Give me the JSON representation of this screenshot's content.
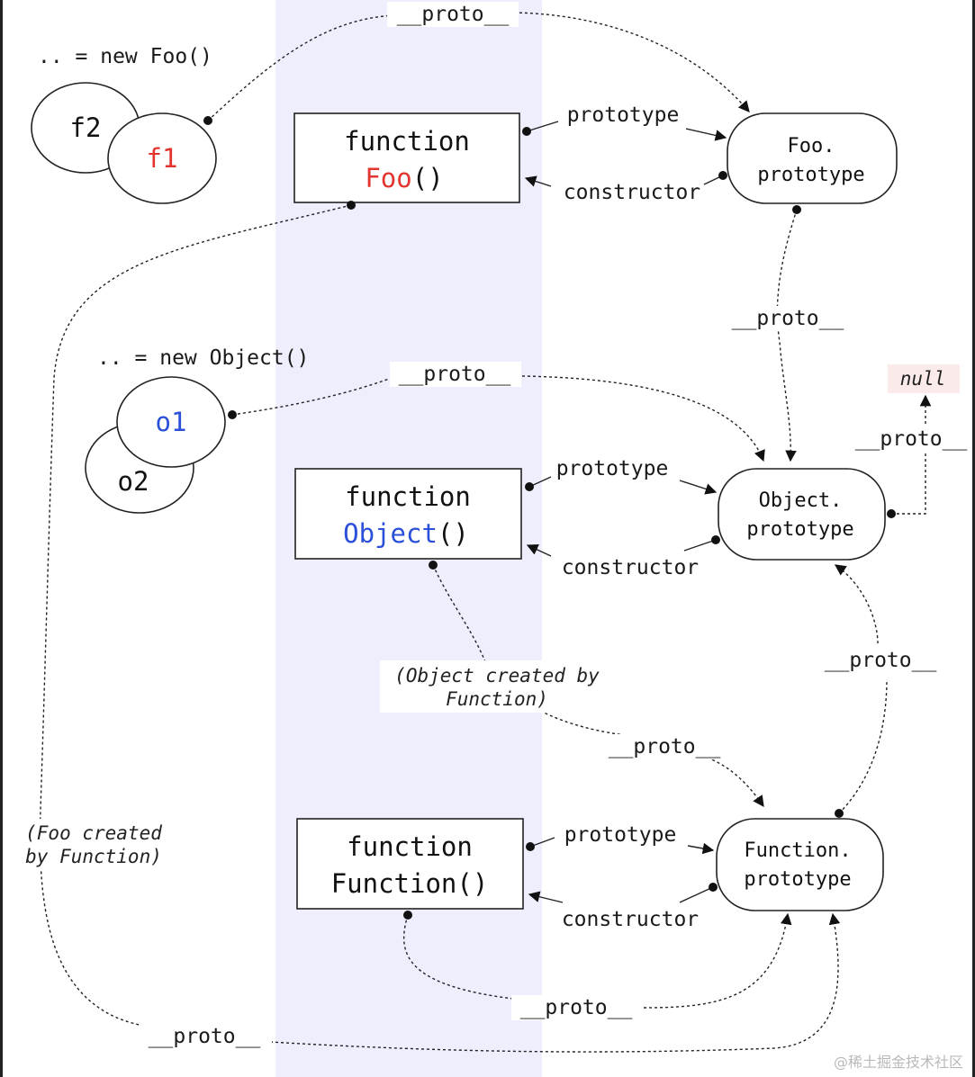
{
  "instances": {
    "foo_caption": ".. = new Foo()",
    "object_caption": ".. = new Object()",
    "f1": "f1",
    "f2": "f2",
    "o1": "o1",
    "o2": "o2"
  },
  "functions": {
    "keyword": "function",
    "foo_name": "Foo",
    "object_name": "Object",
    "function_name": "Function()",
    "call_parens": "()"
  },
  "prototypes": {
    "foo_line1": "Foo.",
    "foo_line2": "prototype",
    "object_line1": "Object.",
    "object_line2": "prototype",
    "function_line1": "Function.",
    "function_line2": "prototype"
  },
  "edges": {
    "proto": "__proto__",
    "prototype": "prototype",
    "constructor": "constructor",
    "null": "null"
  },
  "notes": {
    "object_created_line1": "(Object created by",
    "object_created_line2": "Function)",
    "foo_created_line1": "(Foo created",
    "foo_created_line2": "by Function)"
  },
  "watermark": "@稀土掘金技术社区",
  "colors": {
    "band": "#eeeefd",
    "highlight_red": "#e3342f",
    "highlight_blue": "#2a4fd8",
    "null_bg": "#fbeaea"
  }
}
